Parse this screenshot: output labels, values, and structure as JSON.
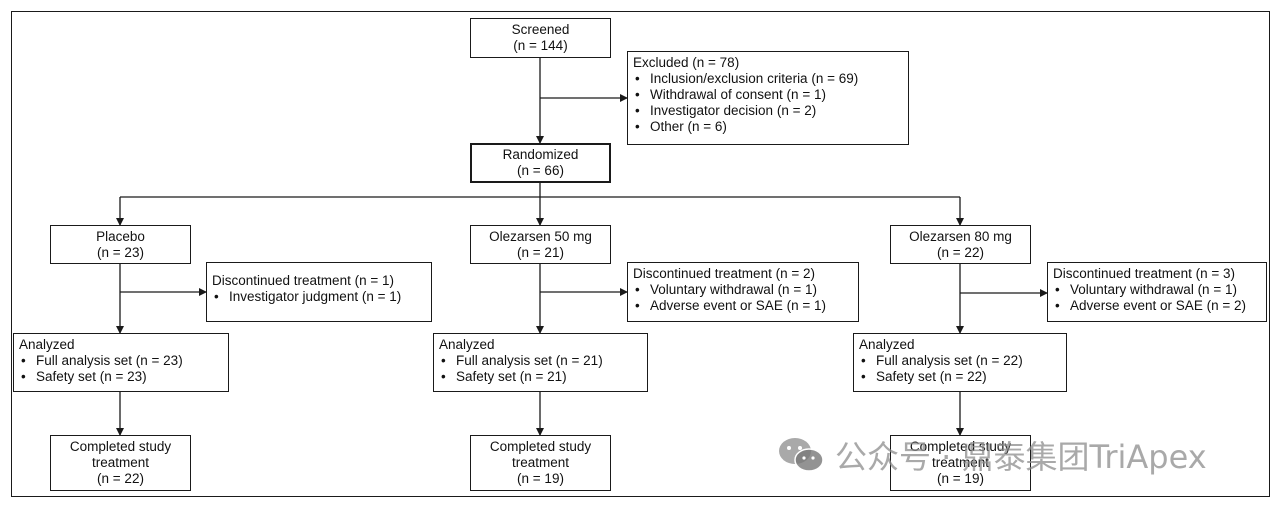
{
  "screened": {
    "title": "Screened",
    "n": "(n = 144)"
  },
  "excluded": {
    "title": "Excluded (n = 78)",
    "items": [
      "Inclusion/exclusion criteria (n = 69)",
      "Withdrawal of consent (n = 1)",
      "Investigator decision (n = 2)",
      "Other (n = 6)"
    ]
  },
  "randomized": {
    "title": "Randomized",
    "n": "(n = 66)"
  },
  "arms": [
    {
      "name": "Placebo",
      "n": "(n = 23)",
      "discontinued": {
        "title": "Discontinued treatment (n = 1)",
        "items": [
          "Investigator judgment (n = 1)"
        ]
      },
      "analyzed": {
        "title": "Analyzed",
        "items": [
          "Full analysis set (n = 23)",
          "Safety set (n = 23)"
        ]
      },
      "completed": {
        "line1": "Completed study",
        "line2": "treatment",
        "n": "(n = 22)"
      }
    },
    {
      "name": "Olezarsen 50 mg",
      "n": "(n = 21)",
      "discontinued": {
        "title": "Discontinued treatment (n = 2)",
        "items": [
          "Voluntary withdrawal (n = 1)",
          "Adverse event or SAE (n = 1)"
        ]
      },
      "analyzed": {
        "title": "Analyzed",
        "items": [
          "Full analysis set (n = 21)",
          "Safety set (n = 21)"
        ]
      },
      "completed": {
        "line1": "Completed study",
        "line2": "treatment",
        "n": "(n = 19)"
      }
    },
    {
      "name": "Olezarsen 80 mg",
      "n": "(n = 22)",
      "discontinued": {
        "title": "Discontinued treatment (n = 3)",
        "items": [
          "Voluntary withdrawal (n = 1)",
          "Adverse event or SAE (n = 2)"
        ]
      },
      "analyzed": {
        "title": "Analyzed",
        "items": [
          "Full analysis set (n = 22)",
          "Safety set (n = 22)"
        ]
      },
      "completed": {
        "line1": "Completed study",
        "line2": "treatment",
        "n": "(n = 19)"
      }
    }
  ],
  "watermark": {
    "text": "公众号 · 鼎泰集团TriApex",
    "icon": "wechat-icon"
  },
  "colors": {
    "line": "#1a1a1a",
    "watermark": "#8c8c8c"
  }
}
